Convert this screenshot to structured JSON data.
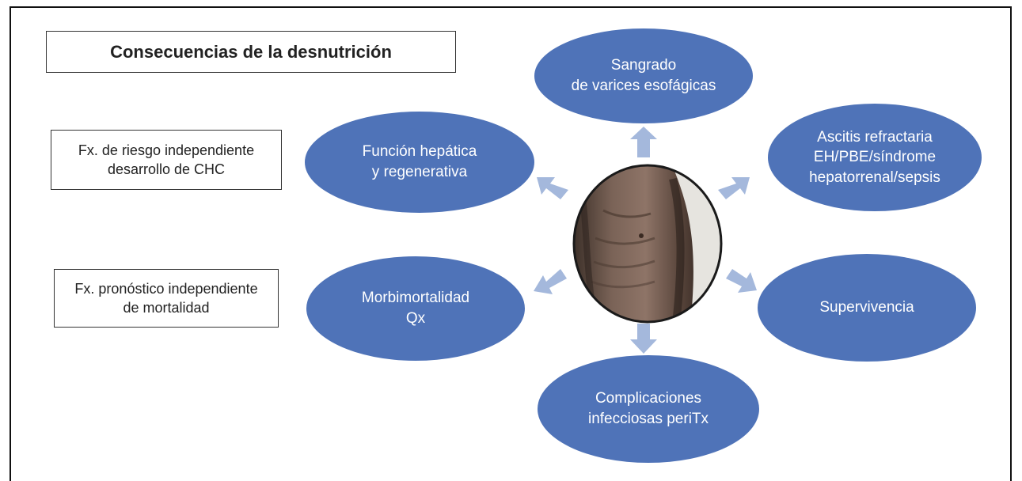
{
  "title": "Consecuencias de la desnutrición",
  "notes": [
    "Fx. de riesgo independiente\ndesarrollo de CHC",
    "Fx. pronóstico independiente\nde mortalidad"
  ],
  "consequences": {
    "top": "Sangrado\nde varices esofágicas",
    "top_left": "Función hepática\ny regenerativa",
    "top_right": "Ascitis refractaria\nEH/PBE/síndrome\nhepatorrenal/sepsis",
    "bottom_left": "Morbimortalidad\nQx",
    "bottom_right": "Supervivencia",
    "bottom": "Complicaciones\ninfecciosas periTx"
  },
  "center_image": "malnourished-torso-photo",
  "colors": {
    "oval_fill": "#4f73b8",
    "arrow_fill": "#a4b8dc",
    "frame": "#111111"
  }
}
